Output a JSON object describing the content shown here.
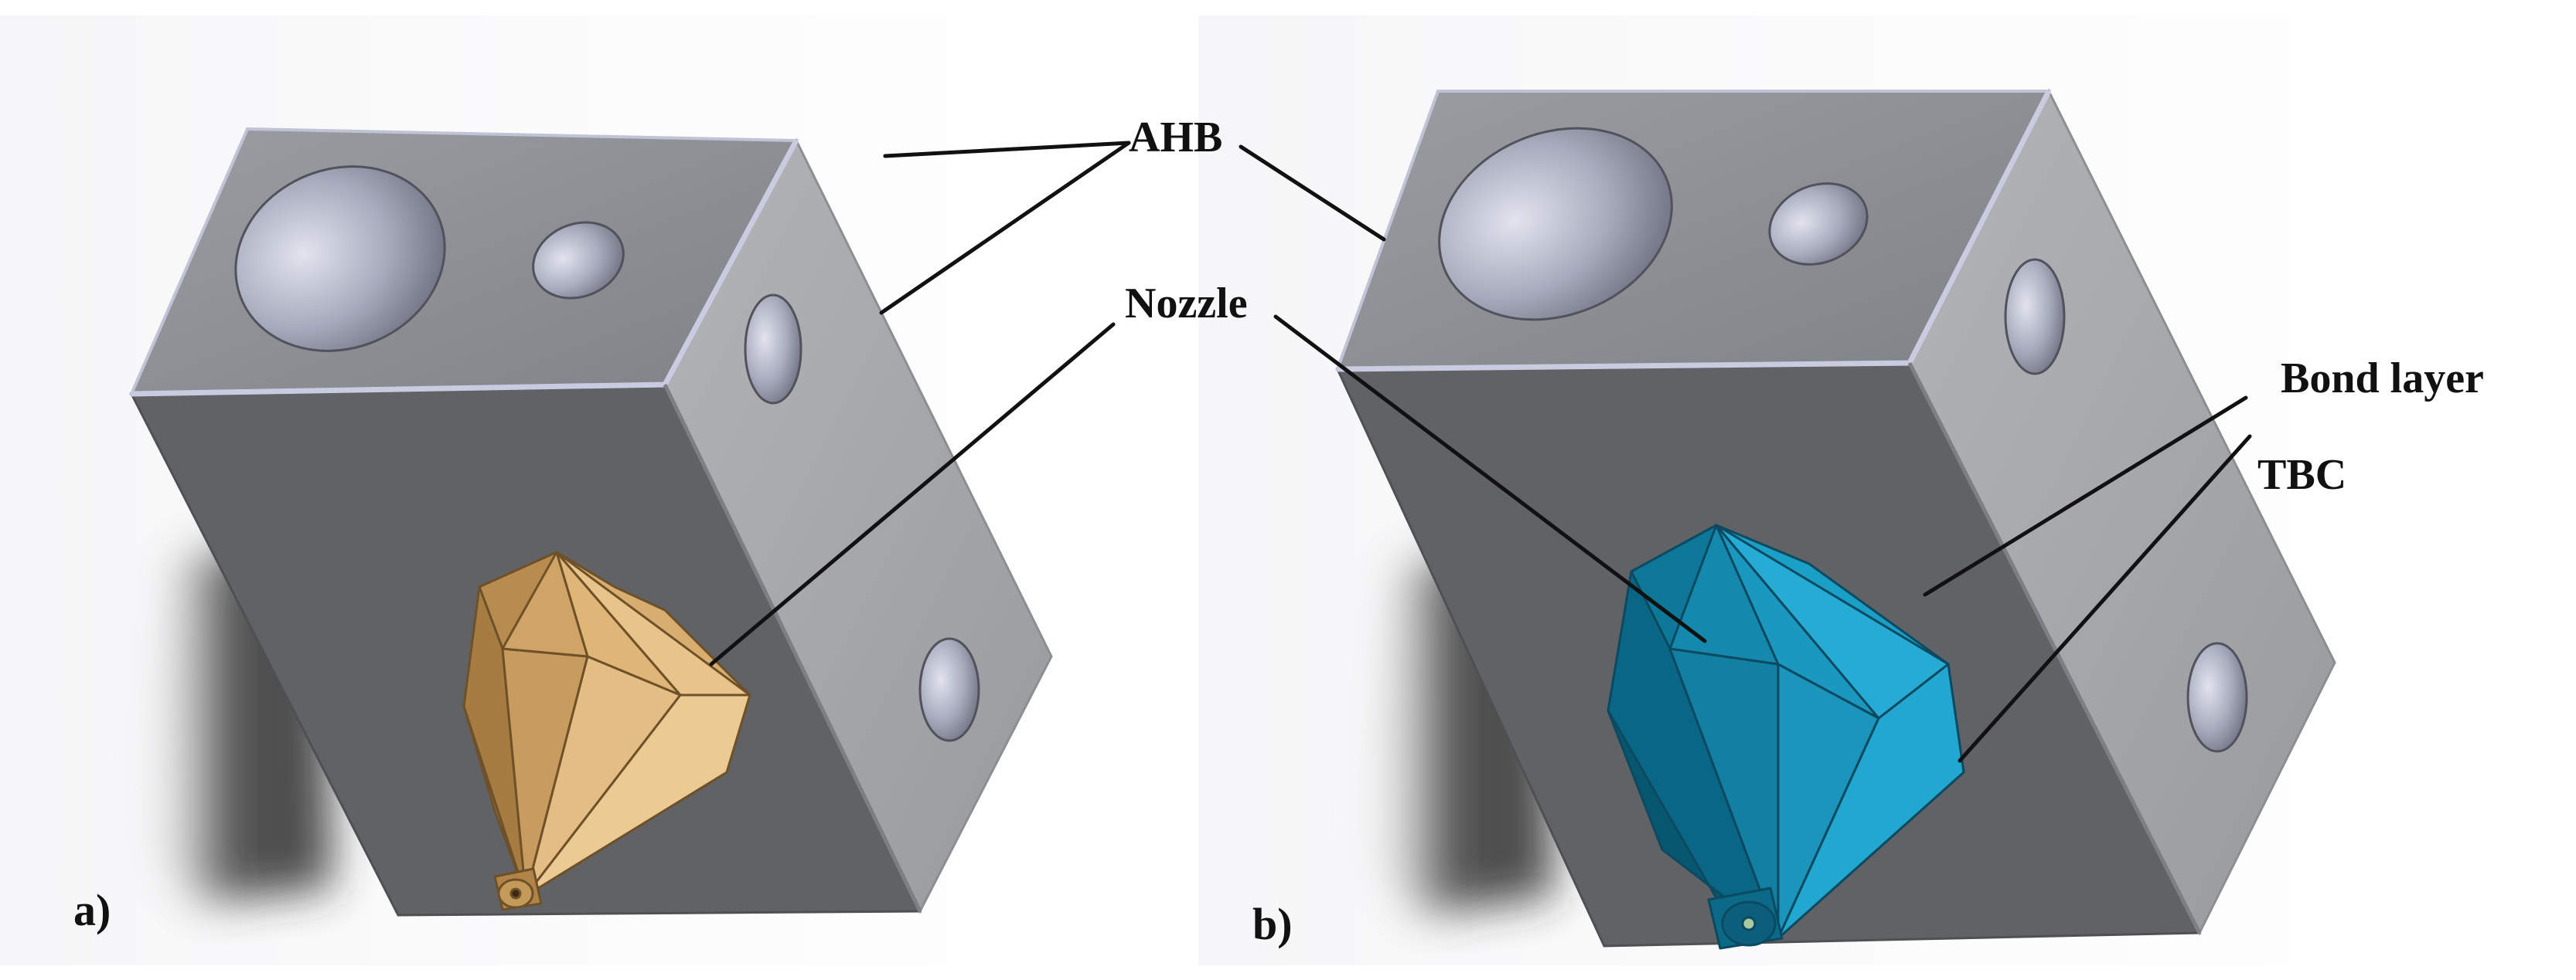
{
  "labels": {
    "ahb": "AHB",
    "nozzle": "Nozzle",
    "bond_layer": "Bond layer",
    "tbc": "TBC"
  },
  "panels": {
    "a": "a)",
    "b": "b)"
  },
  "colors": {
    "block_top": "#8a8d92",
    "block_front": "#616366",
    "block_side": "#a3a5a9",
    "hole": "#b9bccf",
    "nozzle_brass": "#d9b27a",
    "nozzle_coated": "#1e8fb4",
    "shadow": "#3a3a3a",
    "leader_line": "#111111"
  }
}
